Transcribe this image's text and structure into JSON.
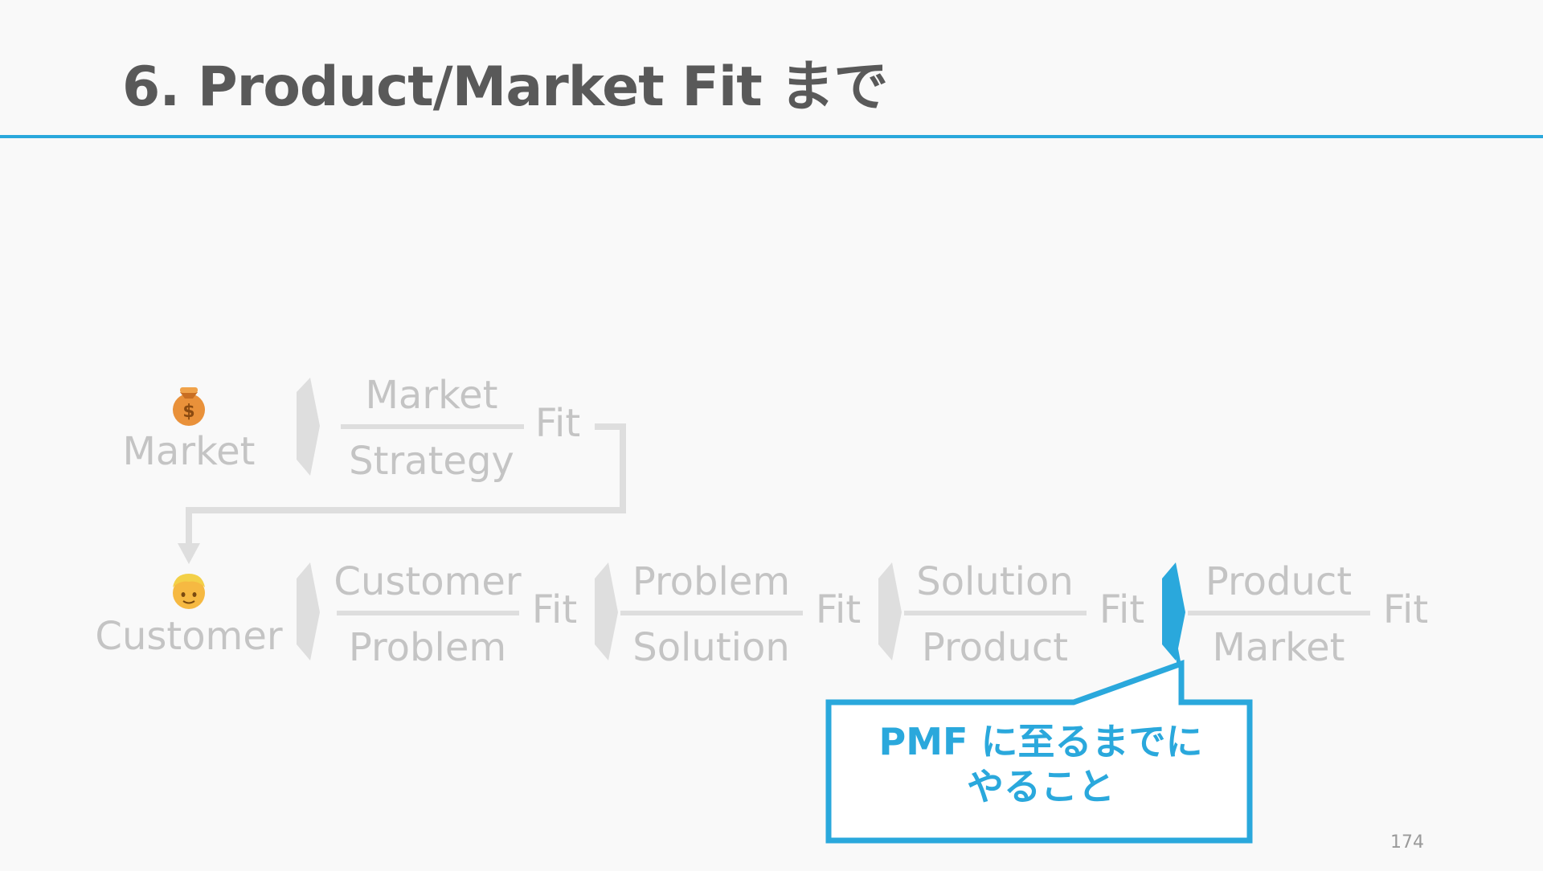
{
  "slide": {
    "title": "6. Product/Market Fit まで",
    "page_number": "174"
  },
  "colors": {
    "accent": "#2aa8dc",
    "muted_text": "#c4c4c4",
    "muted_shape": "#dedede",
    "title_text": "#595959"
  },
  "diagram": {
    "market_row": {
      "icon": "money-bag-icon",
      "label": "Market",
      "fraction": {
        "top": "Market",
        "bottom": "Strategy"
      },
      "fit": "Fit"
    },
    "customer_row": {
      "icon": "person-icon",
      "label": "Customer",
      "steps": [
        {
          "top": "Customer",
          "bottom": "Problem",
          "fit": "Fit"
        },
        {
          "top": "Problem",
          "bottom": "Solution",
          "fit": "Fit"
        },
        {
          "top": "Solution",
          "bottom": "Product",
          "fit": "Fit"
        },
        {
          "top": "Product",
          "bottom": "Market",
          "fit": "Fit"
        }
      ]
    },
    "callout": {
      "line1": "PMF に至るまでに",
      "line2": "やること"
    }
  }
}
